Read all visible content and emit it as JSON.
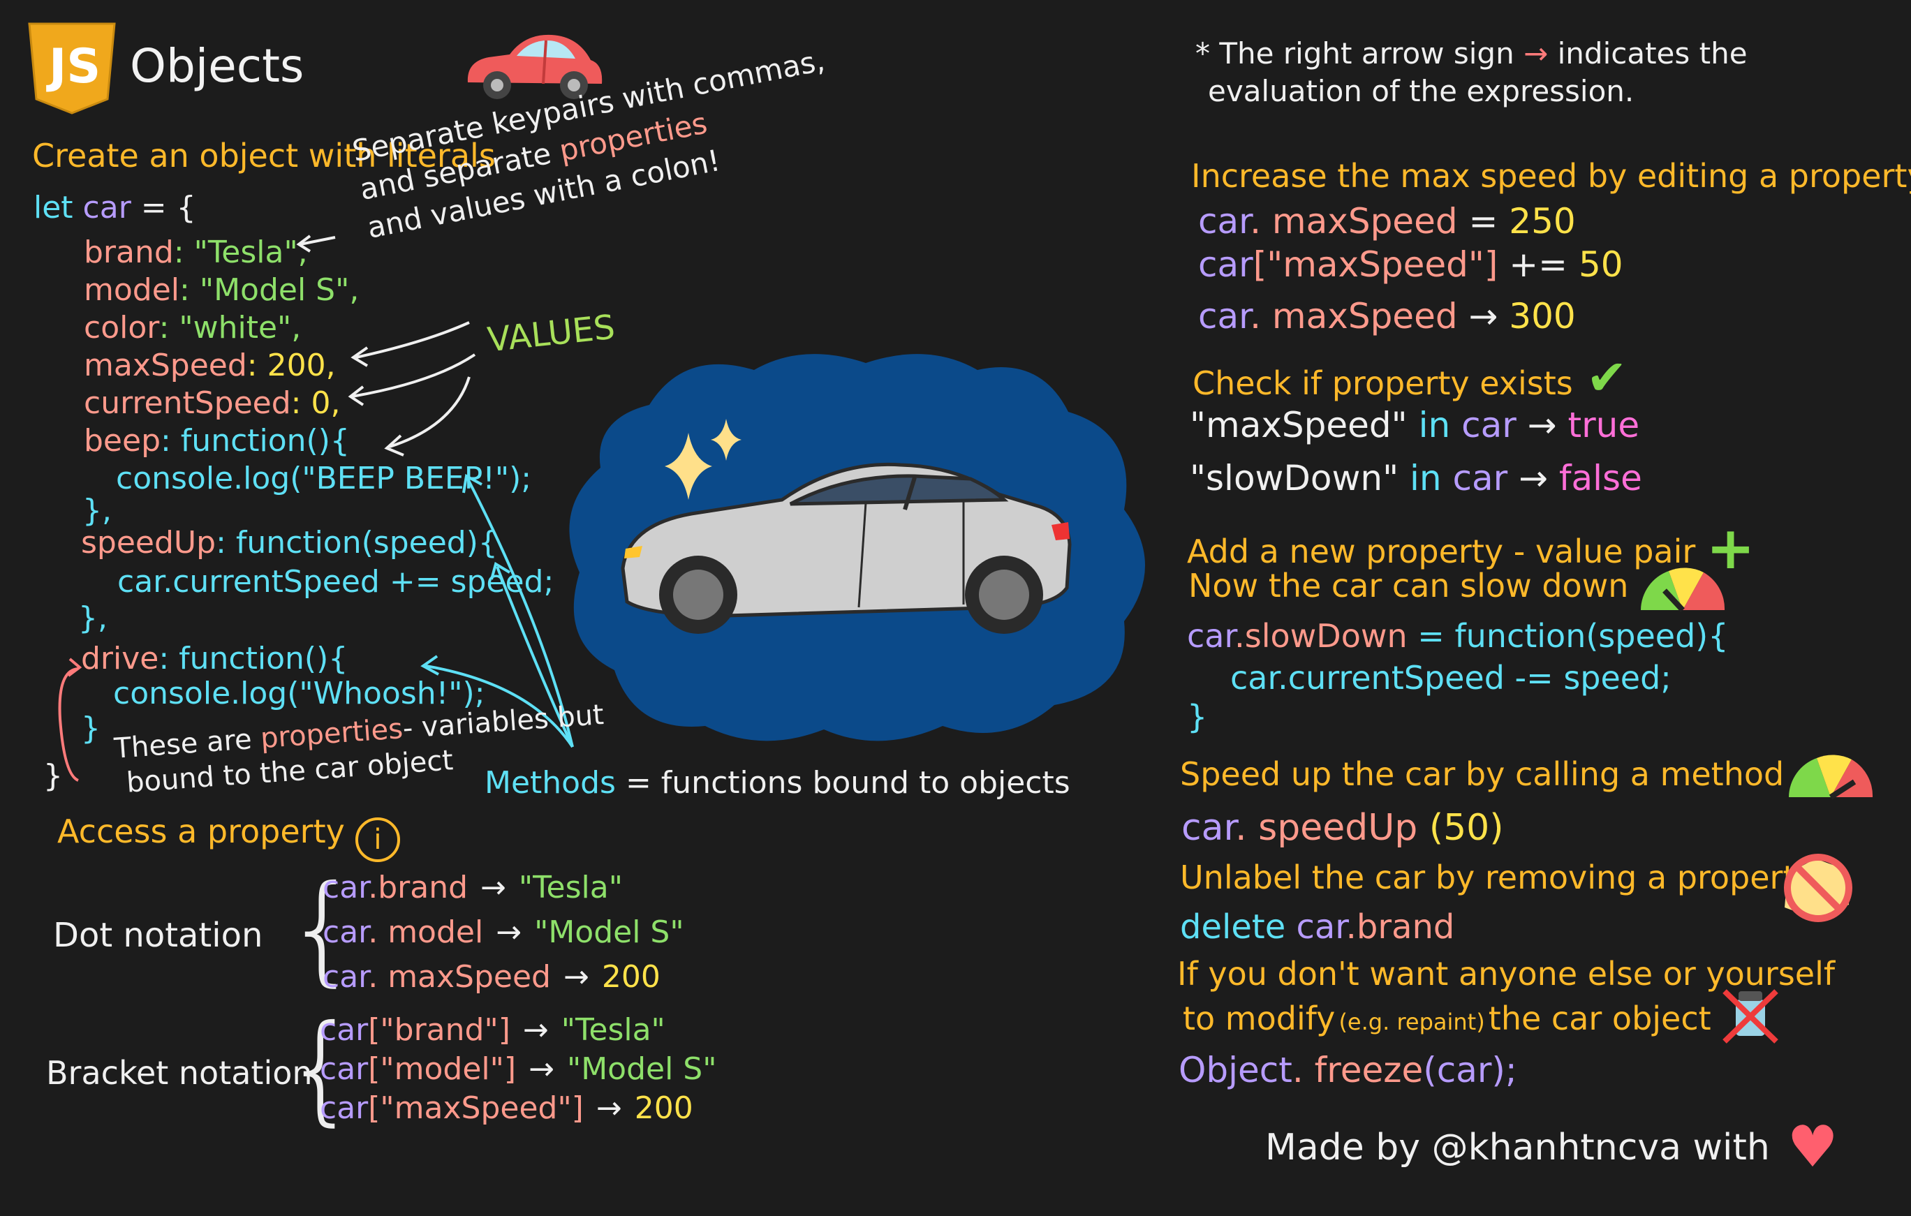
{
  "header": {
    "js_logo_text": "JS",
    "title": "Objects"
  },
  "note": {
    "prefix": "* The right arrow sign",
    "arrow": "→",
    "suffix": "indicates the",
    "line2": "evaluation of the expression."
  },
  "left": {
    "create_heading": "Create an object with literals",
    "code": {
      "let_kw": "let",
      "car": "car",
      "open": "= {",
      "brand_key": "brand",
      "brand_val": ": \"Tesla\",",
      "model_key": "model",
      "model_val": ": \"Model S\",",
      "color_key": "color",
      "color_val": ": \"white\",",
      "max_key": "maxSpeed",
      "max_val": ": 200,",
      "cur_key": "currentSpeed",
      "cur_val": ": 0,",
      "beep_key": "beep",
      "beep_fn": ": function(){",
      "beep_body": "console.log(\"BEEP BEEP!\");",
      "close1": "},",
      "speedup_key": "speedUp",
      "speedup_fn": ": function(speed){",
      "speedup_body": "car.currentSpeed += speed;",
      "close2": "},",
      "drive_key": "drive",
      "drive_fn": ": function(){",
      "drive_body": "console.log(\"Whoosh!\");",
      "close3": "}",
      "close_obj": "}"
    },
    "annotation_separate_1": "Separate keypairs with commas,",
    "annotation_separate_2a": "and separate",
    "annotation_separate_2b": "properties",
    "annotation_separate_3": "and values with a colon!",
    "values_label": "VALUES",
    "props_note_1a": "These are",
    "props_note_1b": "properties",
    "props_note_1c": "- variables but",
    "props_note_2": "bound to the car object",
    "methods_label": "Methods",
    "methods_desc": "= functions bound to objects",
    "access_heading": "Access a property",
    "dot_label": "Dot notation",
    "dot_rows": [
      {
        "obj": "car",
        "prop": ".brand",
        "arrow": "→",
        "result": "\"Tesla\""
      },
      {
        "obj": "car",
        "prop": ". model",
        "arrow": "→",
        "result": "\"Model S\""
      },
      {
        "obj": "car",
        "prop": ". maxSpeed",
        "arrow": "→",
        "result": "200"
      }
    ],
    "bracket_label": "Bracket notation",
    "bracket_rows": [
      {
        "obj": "car",
        "prop": "[\"brand\"]",
        "arrow": "→",
        "result": "\"Tesla\""
      },
      {
        "obj": "car",
        "prop": "[\"model\"]",
        "arrow": "→",
        "result": "\"Model S\""
      },
      {
        "obj": "car",
        "prop": "[\"maxSpeed\"]",
        "arrow": "→",
        "result": "200"
      }
    ]
  },
  "right": {
    "increase_heading": "Increase the max speed by editing a property",
    "inc_line1": {
      "obj": "car",
      "prop": ". maxSpeed",
      "op": "=",
      "val": "250"
    },
    "inc_line2": {
      "obj": "car",
      "prop": "[\"maxSpeed\"]",
      "op": "+=",
      "val": "50"
    },
    "inc_line3": {
      "obj": "car",
      "prop": ". maxSpeed",
      "op": "→",
      "val": "300"
    },
    "check_heading": "Check if property exists",
    "check1": {
      "key": "\"maxSpeed\"",
      "in": "in",
      "obj": "car",
      "arrow": "→",
      "result": "true"
    },
    "check2": {
      "key": "\"slowDown\"",
      "in": "in",
      "obj": "car",
      "arrow": "→",
      "result": "false"
    },
    "add_heading": "Add a new property - value pair",
    "slow_heading": "Now the car can slow down",
    "slow_code_1a": "car",
    "slow_code_1b": ".slowDown",
    "slow_code_1c": "= function(speed){",
    "slow_code_2": "car.currentSpeed -= speed;",
    "slow_code_3": "}",
    "speedup_heading": "Speed up the car by calling a method",
    "speedup_code_a": "car",
    "speedup_code_b": ". speedUp",
    "speedup_code_c": "(50)",
    "unlabel_heading": "Unlabel the car by removing a property",
    "delete_kw": "delete",
    "delete_obj": "car",
    "delete_prop": ".brand",
    "freeze_heading_1": "If you don't want anyone else or yourself",
    "freeze_heading_2a": "to modify",
    "freeze_heading_2b": "(e.g. repaint)",
    "freeze_heading_2c": "the car object",
    "freeze_code_a": "Object",
    "freeze_code_b": ". freeze",
    "freeze_code_c": "(car);",
    "credit": "Made by @khanhtncva with"
  },
  "colors": {
    "background": "#1c1c1c",
    "heading": "#ffb92a",
    "keyword": "#5ee0f5",
    "object": "#b79cff",
    "property": "#ff9a8c",
    "string": "#8ee06a",
    "number": "#ffe24a",
    "boolean": "#ff6fd8",
    "blob": "#0b4a8a"
  }
}
